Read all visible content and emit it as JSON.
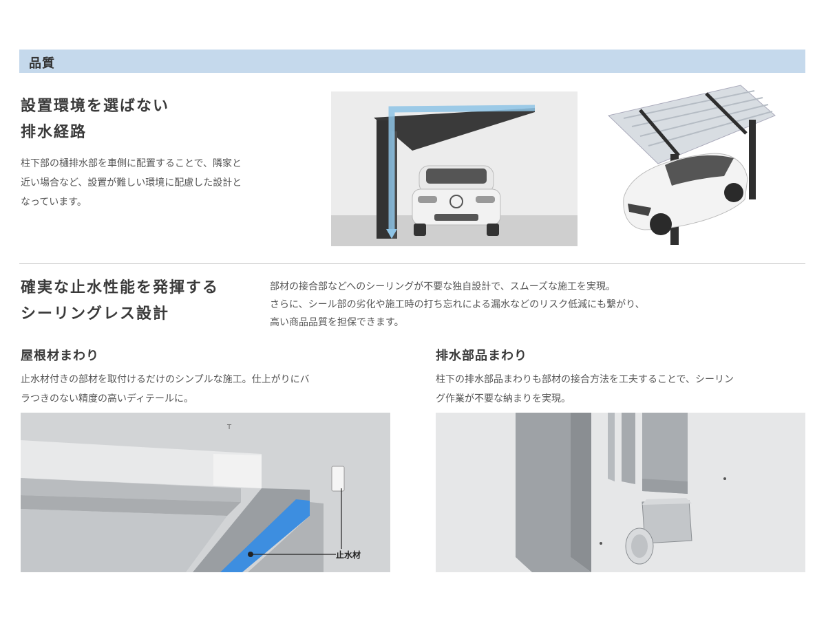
{
  "section_title": "品質",
  "drainage": {
    "heading_line1": "設置環境を選ばない",
    "heading_line2": "排水経路",
    "body_line1": "柱下部の樋排水部を車側に配置することで、隣家と",
    "body_line2": "近い場合など、設置が難しい環境に配慮した設計と",
    "body_line3": "なっています。"
  },
  "sealing": {
    "heading_line1": "確実な止水性能を発揮する",
    "heading_line2": "シーリングレス設計",
    "body_line1": "部材の接合部などへのシーリングが不要な独自設計で、スムーズな施工を実現。",
    "body_line2": "さらに、シール部の劣化や施工時の打ち忘れによる漏水などのリスク低減にも繋がり、",
    "body_line3": "高い商品品質を担保できます。"
  },
  "roof": {
    "heading": "屋根材まわり",
    "body_line1": "止水材付きの部材を取付けるだけのシンプルな施工。仕上がりにバ",
    "body_line2": "ラつきのない精度の高いディテールに。",
    "callout": "止水材"
  },
  "drain_parts": {
    "heading": "排水部品まわり",
    "body_line1": "柱下の排水部品まわりも部材の接合方法を工夫することで、シーリン",
    "body_line2": "グ作業が不要な納まりを実現。"
  },
  "colors": {
    "banner": "#c5d9ec",
    "arrow": "#8ec4e6",
    "sealant": "#3d8ee0",
    "frame": "#3a3a3a"
  }
}
